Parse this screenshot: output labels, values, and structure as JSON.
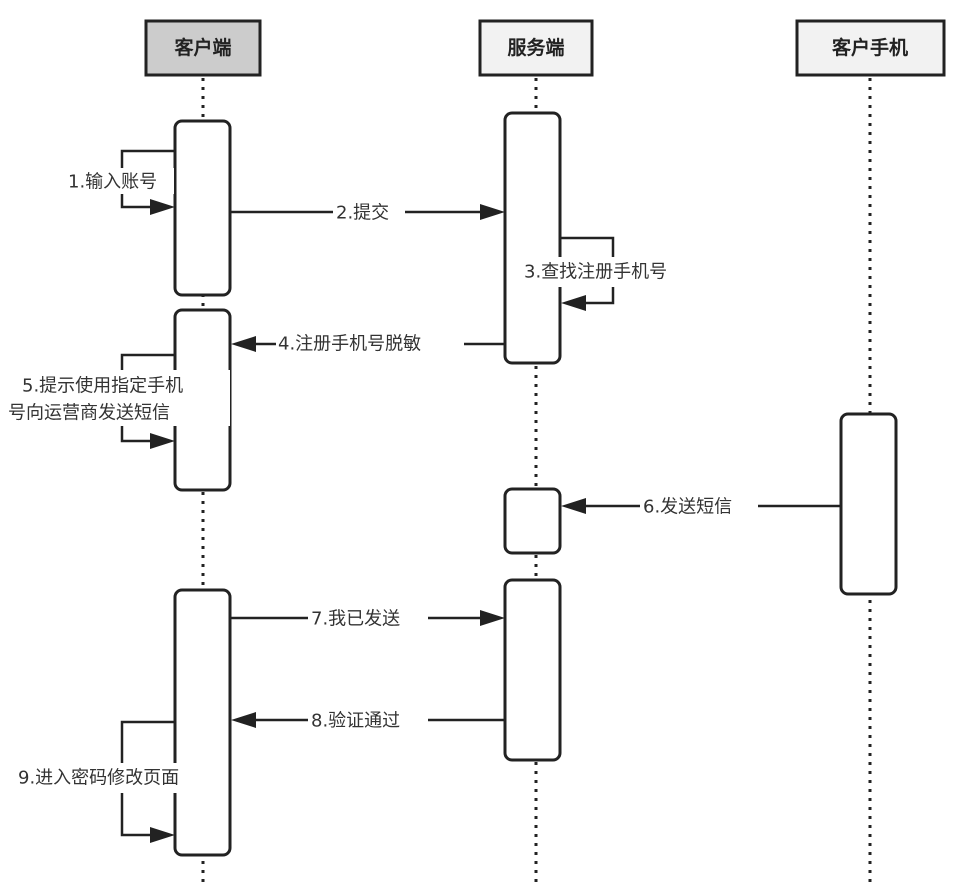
{
  "diagram": {
    "type": "sequence",
    "participants": [
      {
        "id": "client",
        "label": "客户端",
        "fill": "#cccccc"
      },
      {
        "id": "server",
        "label": "服务端",
        "fill": "#f2f2f2"
      },
      {
        "id": "phone",
        "label": "客户手机",
        "fill": "#f2f2f2"
      }
    ],
    "messages": [
      {
        "step": 1,
        "label": "1.输入账号",
        "from": "client",
        "to": "client",
        "kind": "self"
      },
      {
        "step": 2,
        "label": "2.提交",
        "from": "client",
        "to": "server",
        "kind": "call"
      },
      {
        "step": 3,
        "label": "3.查找注册手机号",
        "from": "server",
        "to": "server",
        "kind": "self"
      },
      {
        "step": 4,
        "label": "4.注册手机号脱敏",
        "from": "server",
        "to": "client",
        "kind": "return"
      },
      {
        "step": 5,
        "label_lines": [
          "5.提示使用指定手机",
          "号向运营商发送短信"
        ],
        "from": "client",
        "to": "client",
        "kind": "self"
      },
      {
        "step": 6,
        "label": "6.发送短信",
        "from": "phone",
        "to": "server",
        "kind": "call"
      },
      {
        "step": 7,
        "label": "7.我已发送",
        "from": "client",
        "to": "server",
        "kind": "call"
      },
      {
        "step": 8,
        "label": "8.验证通过",
        "from": "server",
        "to": "client",
        "kind": "return"
      },
      {
        "step": 9,
        "label": "9.进入密码修改页面",
        "from": "client",
        "to": "client",
        "kind": "self"
      }
    ]
  }
}
